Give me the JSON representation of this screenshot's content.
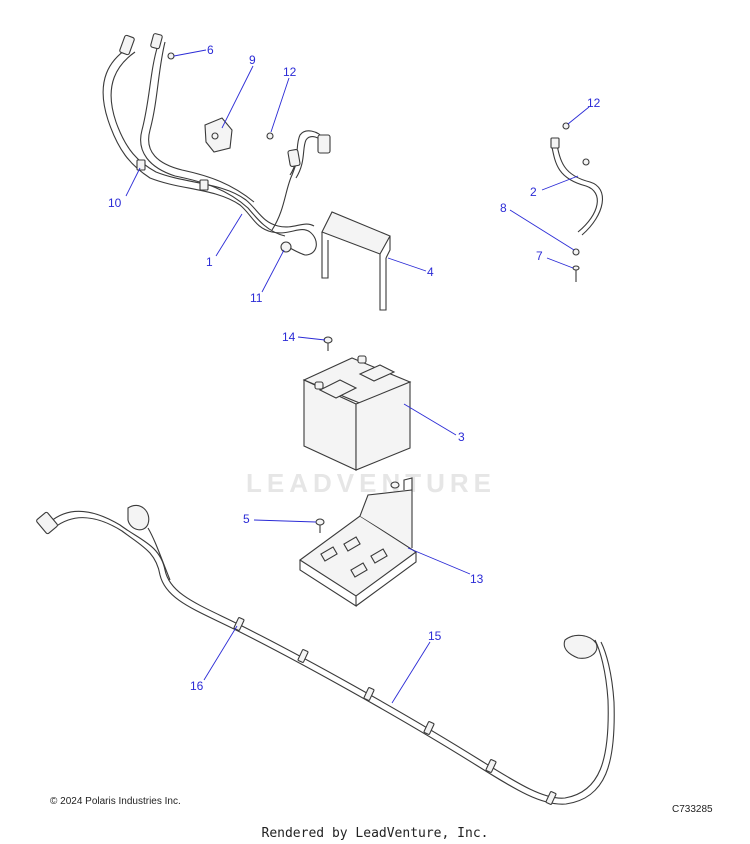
{
  "watermark": "LEADVENTURE",
  "copyright": "© 2024 Polaris Industries Inc.",
  "diagram_code": "C733285",
  "rendered_by": "Rendered by LeadVenture, Inc.",
  "callouts": {
    "c1": "1",
    "c2": "2",
    "c3": "3",
    "c4": "4",
    "c5": "5",
    "c6": "6",
    "c7": "7",
    "c8": "8",
    "c9": "9",
    "c10": "10",
    "c11": "11",
    "c12a": "12",
    "c12b": "12",
    "c13": "13",
    "c14": "14",
    "c15": "15",
    "c16": "16"
  },
  "colors": {
    "callout": "#2b2bd6",
    "line_art": "#3a3a3a",
    "watermark": "#e6e6e6"
  }
}
